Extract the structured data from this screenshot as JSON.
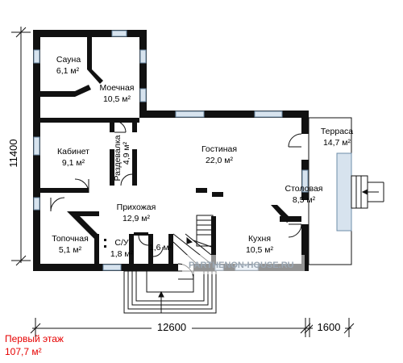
{
  "rooms": [
    {
      "id": "sauna",
      "name": "Сауна",
      "area": "6,1 м²"
    },
    {
      "id": "washroom",
      "name": "Моечная",
      "area": "10,5 м²"
    },
    {
      "id": "study",
      "name": "Кабинет",
      "area": "9,1 м²"
    },
    {
      "id": "dressing",
      "name": "Раздевалка",
      "area": "4,9 м²"
    },
    {
      "id": "living",
      "name": "Гостиная",
      "area": "22,0 м²"
    },
    {
      "id": "terrace",
      "name": "Терраса",
      "area": "14,7 м²"
    },
    {
      "id": "dining",
      "name": "Столовая",
      "area": "8,5 м²"
    },
    {
      "id": "hall",
      "name": "Прихожая",
      "area": "12,9 м²"
    },
    {
      "id": "furnace",
      "name": "Топочная",
      "area": "5,1 м²"
    },
    {
      "id": "wc",
      "name": "С/У",
      "area": "1,8 м²"
    },
    {
      "id": "vestibule",
      "name": "",
      "area": "1,6 м²"
    },
    {
      "id": "kitchen",
      "name": "Кухня",
      "area": "10,5 м²"
    }
  ],
  "dimensions": {
    "height": "11400",
    "width_main": "12600",
    "width_terrace": "1600"
  },
  "watermark": "PARTHENON-HOUSE.RU",
  "floor": {
    "title": "Первый этаж",
    "area": "107,7 м²"
  }
}
